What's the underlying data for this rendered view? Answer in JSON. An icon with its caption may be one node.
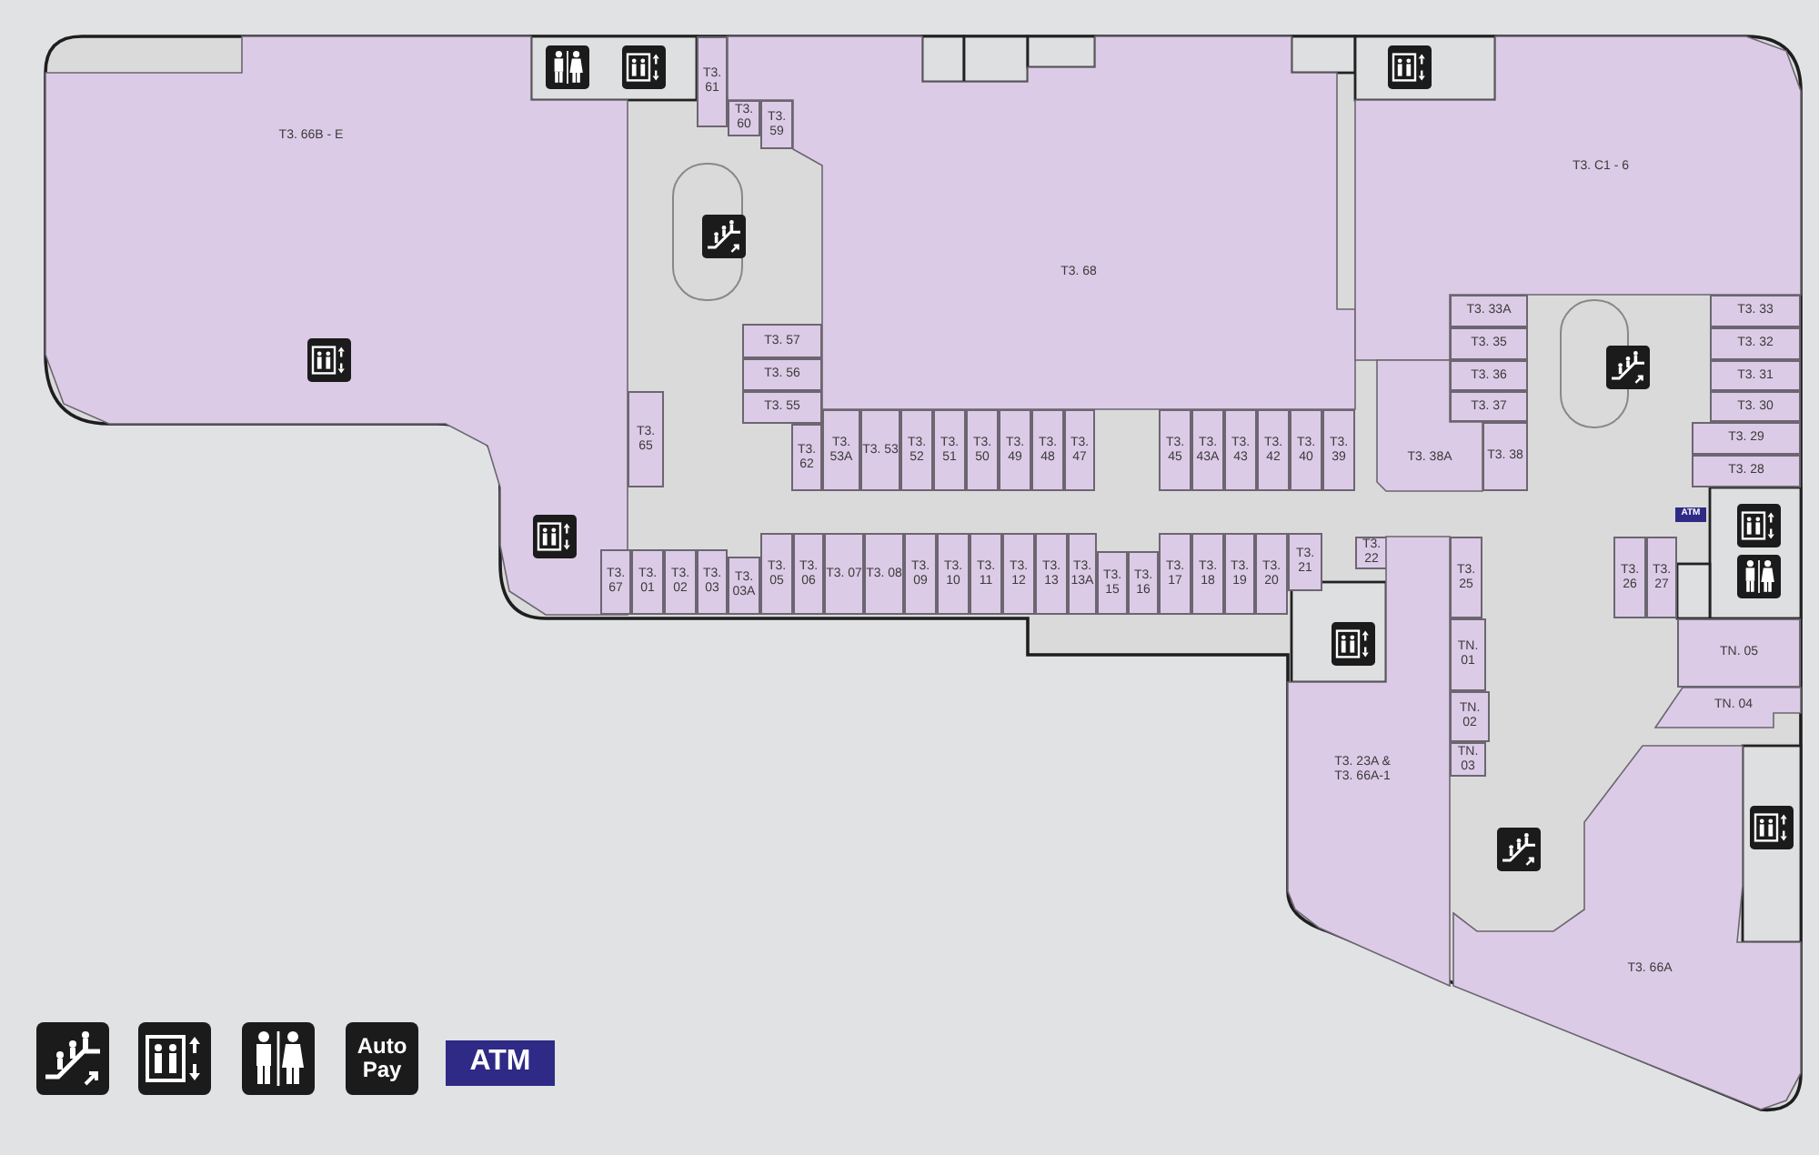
{
  "diagram": {
    "nodes": [
      {
        "text": [
          "T3. 66B - E"
        ]
      },
      {
        "text": [
          "T3. 61"
        ]
      },
      {
        "text": [
          "T3. 60"
        ]
      },
      {
        "text": [
          "T3. 59"
        ]
      },
      {
        "text": [
          "T3. 68"
        ]
      },
      {
        "text": [
          "T3. C1 - 6"
        ]
      },
      {
        "text": [
          "T3. 57"
        ]
      },
      {
        "text": [
          "T3. 56"
        ]
      },
      {
        "text": [
          "T3. 55"
        ]
      },
      {
        "text": [
          "T3. 33A"
        ]
      },
      {
        "text": [
          "T3. 33"
        ]
      },
      {
        "text": [
          "T3. 35"
        ]
      },
      {
        "text": [
          "T3. 32"
        ]
      },
      {
        "text": [
          "T3. 36"
        ]
      },
      {
        "text": [
          "T3. 31"
        ]
      },
      {
        "text": [
          "T3. 65"
        ]
      },
      {
        "text": [
          "T3. 37"
        ]
      },
      {
        "text": [
          "T3. 30"
        ]
      },
      {
        "text": [
          "T3. 62"
        ]
      },
      {
        "text": [
          "T3. 53A"
        ]
      },
      {
        "text": [
          "T3. 53"
        ]
      },
      {
        "text": [
          "T3. 52"
        ]
      },
      {
        "text": [
          "T3. 51"
        ]
      },
      {
        "text": [
          "T3. 50"
        ]
      },
      {
        "text": [
          "T3. 49"
        ]
      },
      {
        "text": [
          "T3. 48"
        ]
      },
      {
        "text": [
          "T3. 47"
        ]
      },
      {
        "text": [
          "T3. 45"
        ]
      },
      {
        "text": [
          "T3. 43A"
        ]
      },
      {
        "text": [
          "T3. 43"
        ]
      },
      {
        "text": [
          "T3. 42"
        ]
      },
      {
        "text": [
          "T3. 40"
        ]
      },
      {
        "text": [
          "T3. 39"
        ]
      },
      {
        "text": [
          "T3. 38A"
        ]
      },
      {
        "text": [
          "T3. 38"
        ]
      },
      {
        "text": [
          "T3. 29"
        ]
      },
      {
        "text": [
          "T3. 28"
        ]
      },
      {
        "text": [
          "T3. 67"
        ]
      },
      {
        "text": [
          "T3. 01"
        ]
      },
      {
        "text": [
          "T3. 02"
        ]
      },
      {
        "text": [
          "T3. 03"
        ]
      },
      {
        "text": [
          "T3. 03A"
        ]
      },
      {
        "text": [
          "T3. 05"
        ]
      },
      {
        "text": [
          "T3. 06"
        ]
      },
      {
        "text": [
          "T3. 07"
        ]
      },
      {
        "text": [
          "T3. 08"
        ]
      },
      {
        "text": [
          "T3. 09"
        ]
      },
      {
        "text": [
          "T3. 10"
        ]
      },
      {
        "text": [
          "T3. 11"
        ]
      },
      {
        "text": [
          "T3. 12"
        ]
      },
      {
        "text": [
          "T3. 13"
        ]
      },
      {
        "text": [
          "T3. 13A"
        ]
      },
      {
        "text": [
          "T3. 15"
        ]
      },
      {
        "text": [
          "T3. 16"
        ]
      },
      {
        "text": [
          "T3. 17"
        ]
      },
      {
        "text": [
          "T3. 18"
        ]
      },
      {
        "text": [
          "T3. 19"
        ]
      },
      {
        "text": [
          "T3. 20"
        ]
      },
      {
        "text": [
          "T3. 21"
        ]
      },
      {
        "text": [
          "T3. 22"
        ]
      },
      {
        "text": [
          "T3. 25"
        ]
      },
      {
        "text": [
          "T3. 26"
        ]
      },
      {
        "text": [
          "T3. 27"
        ]
      },
      {
        "text": [
          "TN. 01"
        ]
      },
      {
        "text": [
          "TN. 05"
        ]
      },
      {
        "text": [
          "T3. 23A & T3. 66A-1"
        ]
      },
      {
        "text": [
          "TN. 02"
        ]
      },
      {
        "text": [
          "TN. 04"
        ]
      },
      {
        "text": [
          "TN. 03"
        ]
      },
      {
        "text": [
          "T3. 66A"
        ]
      }
    ],
    "labels": [
      "ATM",
      "Auto Pay",
      "ATM"
    ]
  }
}
